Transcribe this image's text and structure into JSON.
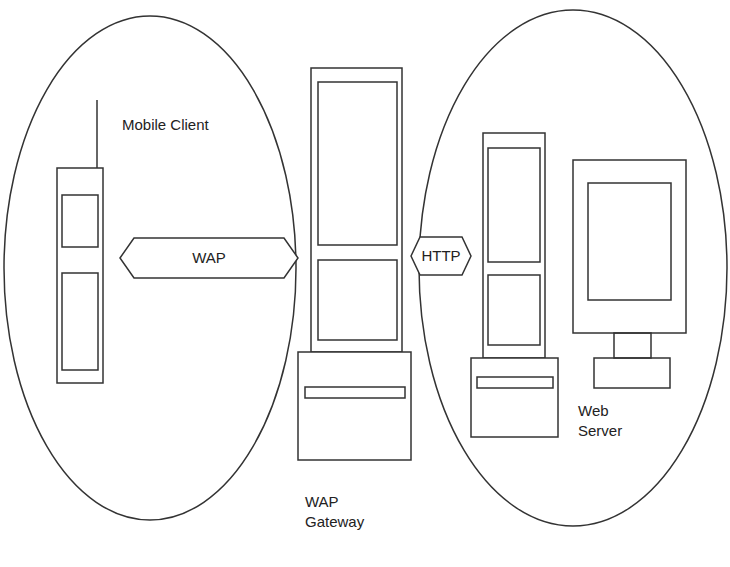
{
  "diagram": {
    "nodes": [
      {
        "text": [
          "Mobile Client"
        ]
      },
      {
        "text": [
          "WAP Gateway"
        ]
      },
      {
        "text": [
          "Web Server"
        ]
      }
    ],
    "edges": [
      {
        "from": 0,
        "to": 1,
        "label": "WAP",
        "arrow": "both"
      },
      {
        "from": 1,
        "to": 2,
        "label": "HTTP",
        "arrow": "both"
      }
    ]
  }
}
